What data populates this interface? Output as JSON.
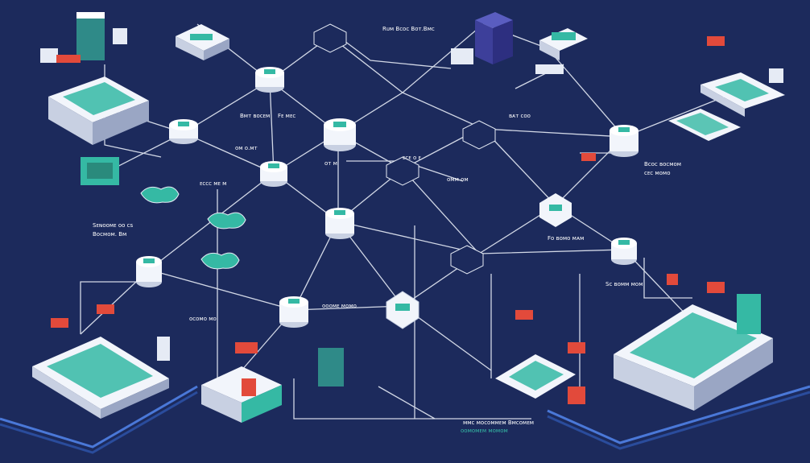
{
  "diagram": {
    "background_color": "#1c2a5c",
    "line_color": "#e6ebf5",
    "accent_teal": "#35b9a4",
    "accent_red": "#e24a3b",
    "accent_purple": "#3d3f9a",
    "labels": {
      "top_center": "Rᴜᴍ Bᴄᴏᴄ Bᴏᴛ.Bᴍᴄ",
      "mid_left_a": "Bᴍᴛ ʙᴏᴄᴇᴍ",
      "mid_left_b": "Fᴇ ᴍᴇᴄ",
      "mid_left_c": "ᴏᴍ ᴏ.ᴍᴛ",
      "mid_left_d": "ᴇᴄᴄᴄ ᴍᴇ ᴍ",
      "left_a": "Sᴇɴᴏᴏᴍᴇ ᴏᴏ ᴄs",
      "left_b": "Bᴏᴄᴍᴏᴍ. Bᴍ",
      "center_a": "ᴏᴛ ᴍ",
      "center_b": "ᴇᴄᴇ ᴏ ᴇ",
      "center_c": "ᴏᴍᴍ ᴏᴍ",
      "right_upper": "ʙᴀᴛ ᴄᴏᴏ",
      "right_a": "Bᴄᴏᴄ ʙᴏᴄᴍᴏᴍ",
      "right_b": "ᴄᴇᴄ ᴍᴏᴍᴏ",
      "right_mid": "Fᴏ ʙᴏᴍᴏ ᴍᴀᴍ",
      "right_lower": "Sᴄ ʙᴏᴍᴍ ᴍᴏᴍ",
      "lower_left": "ᴏᴄᴏᴍᴏ ᴍᴏ",
      "lower_mid": "ᴏᴏᴏᴍᴇ ᴍᴏᴍᴏ",
      "bottom_center": "ᴍᴍᴄ ᴍᴏᴄᴏᴍᴍᴇᴍ Bᴍᴄᴏᴍᴇᴍ",
      "bottom_center_sub": "ᴏᴏᴍᴏᴍᴇᴍ ᴍᴏᴍᴏᴍ"
    }
  }
}
